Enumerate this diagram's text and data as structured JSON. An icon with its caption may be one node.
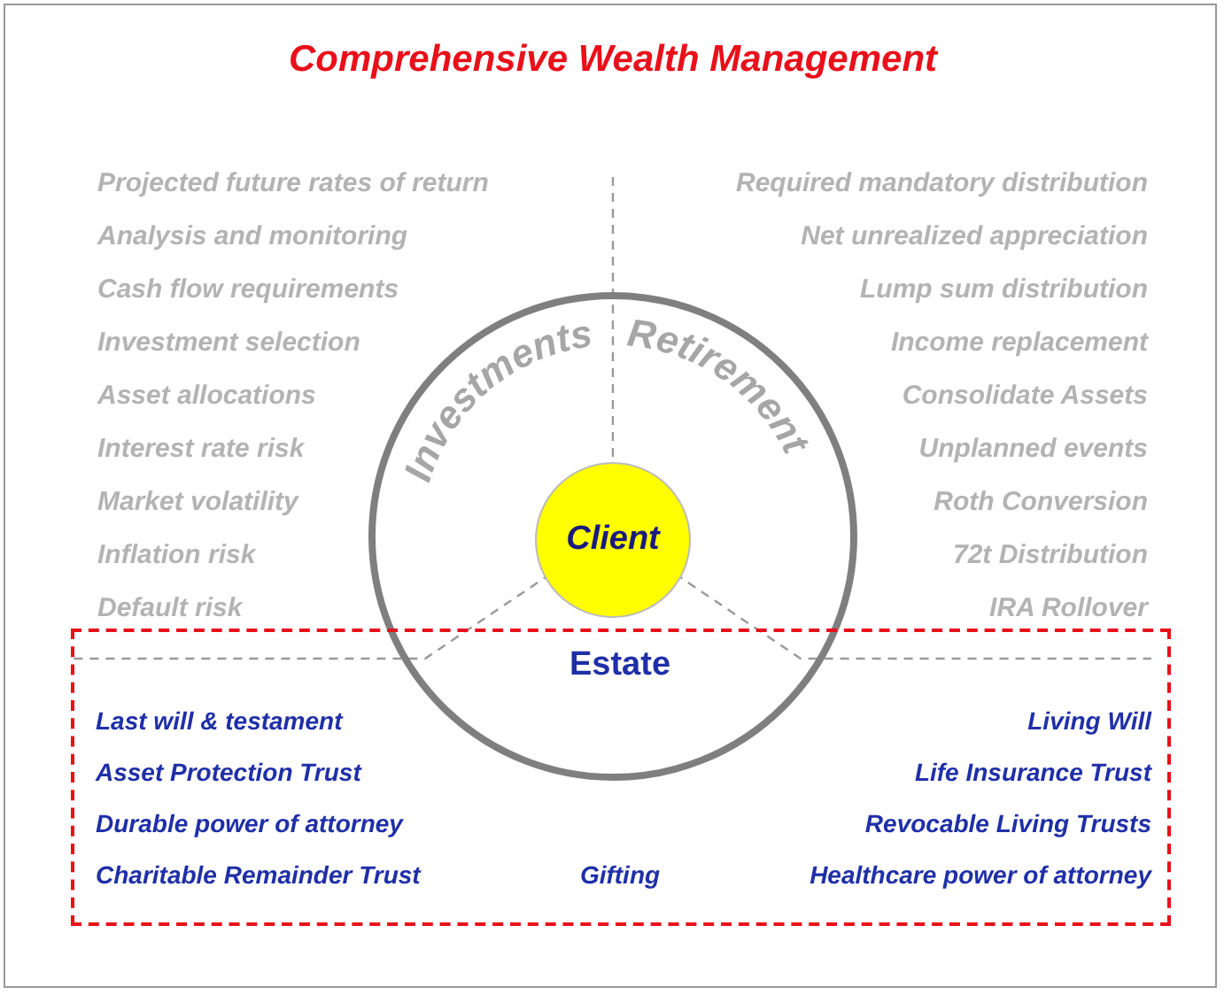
{
  "diagram": {
    "title": "Comprehensive Wealth Management",
    "nodes": [
      {
        "text": [
          "Investments",
          "Retirement",
          "Estate"
        ]
      },
      {
        "text": [
          "Client"
        ],
        "in": 0
      },
      {
        "text": [
          "Last will & testament",
          "Living Will",
          "Asset Protection Trust",
          "Life Insurance Trust",
          "Durable power of attorney",
          "Revocable Living Trusts",
          "Charitable Remainder Trust",
          "Gifting",
          "Healthcare power of attorney"
        ]
      }
    ],
    "edges": [],
    "labels": [
      "Projected future rates of return",
      "Required mandatory distribution",
      "Analysis and monitoring",
      "Net unrealized appreciation",
      "Cash flow requirements",
      "Lump sum distribution",
      "Investment selection",
      "Income replacement",
      "Asset allocations",
      "Consolidate Assets",
      "Interest rate risk",
      "Unplanned events",
      "Market volatility",
      "Roth Conversion",
      "Inflation risk",
      "72t Distribution",
      "Default risk",
      "IRA Rollover"
    ]
  }
}
